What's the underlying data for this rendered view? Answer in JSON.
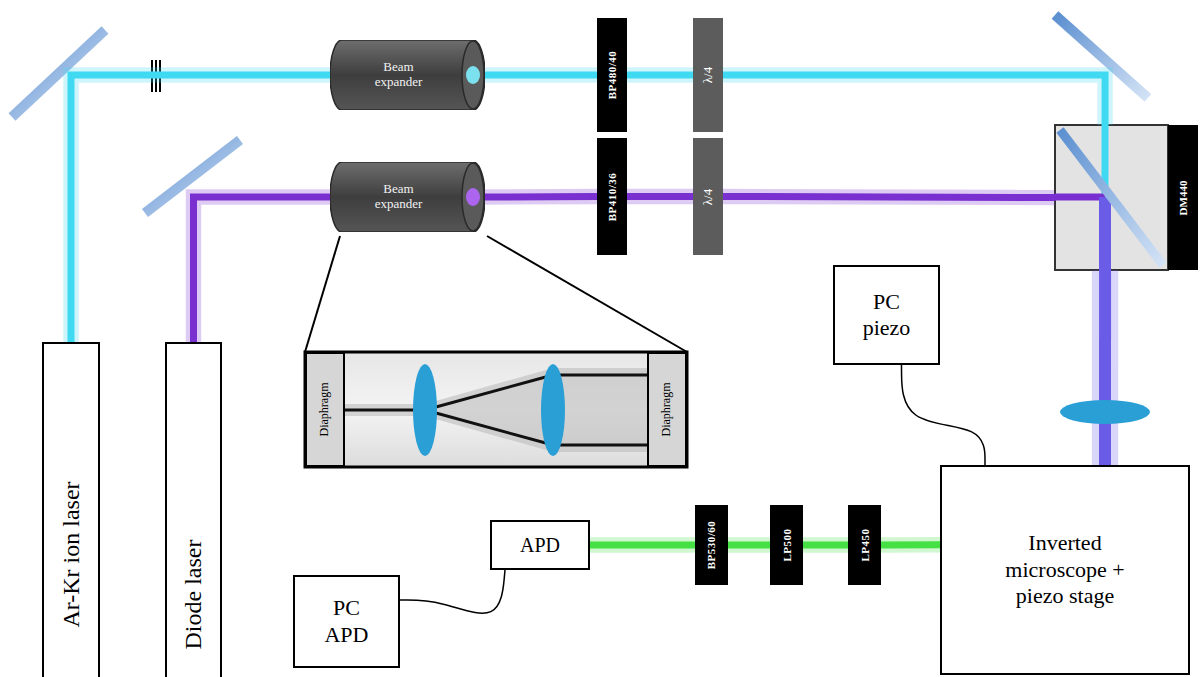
{
  "diagram": {
    "nodes": [
      {
        "text": [
          "Ar-Kr ion laser"
        ]
      },
      {
        "text": [
          "Diode laser"
        ]
      },
      {
        "text": [
          "Beam expander"
        ]
      },
      {
        "text": [
          "Beam expander"
        ]
      },
      {
        "text": [
          "BP480/40"
        ]
      },
      {
        "text": [
          "BP410/36"
        ]
      },
      {
        "text": [
          "λ/4"
        ]
      },
      {
        "text": [
          "λ/4"
        ]
      },
      {
        "text": [
          "DM440"
        ]
      },
      {
        "text": [
          "Diaphragm"
        ]
      },
      {
        "text": [
          "Diaphragm"
        ]
      },
      {
        "text": [
          "PC piezo"
        ]
      },
      {
        "text": [
          "Inverted microscope + piezo stage"
        ]
      },
      {
        "text": [
          "APD"
        ]
      },
      {
        "text": [
          "BP530/60"
        ]
      },
      {
        "text": [
          "LP500"
        ]
      },
      {
        "text": [
          "LP450"
        ]
      },
      {
        "text": [
          "PC APD"
        ]
      }
    ],
    "edges": [
      {
        "from": 0,
        "to": 2,
        "arrow": "none"
      },
      {
        "from": 1,
        "to": 3,
        "arrow": "none"
      },
      {
        "from": 2,
        "to": 4,
        "arrow": "none"
      },
      {
        "from": 3,
        "to": 5,
        "arrow": "none"
      },
      {
        "from": 4,
        "to": 6,
        "arrow": "none"
      },
      {
        "from": 5,
        "to": 7,
        "arrow": "none"
      },
      {
        "from": 6,
        "to": 8,
        "arrow": "none"
      },
      {
        "from": 7,
        "to": 8,
        "arrow": "none"
      },
      {
        "from": 8,
        "to": 12,
        "arrow": "none"
      },
      {
        "from": 12,
        "to": 16,
        "arrow": "none"
      },
      {
        "from": 16,
        "to": 15,
        "arrow": "none"
      },
      {
        "from": 15,
        "to": 14,
        "arrow": "none"
      },
      {
        "from": 14,
        "to": 13,
        "arrow": "none"
      },
      {
        "from": 11,
        "to": 12,
        "arrow": "none"
      },
      {
        "from": 13,
        "to": 17,
        "arrow": "none"
      }
    ]
  }
}
